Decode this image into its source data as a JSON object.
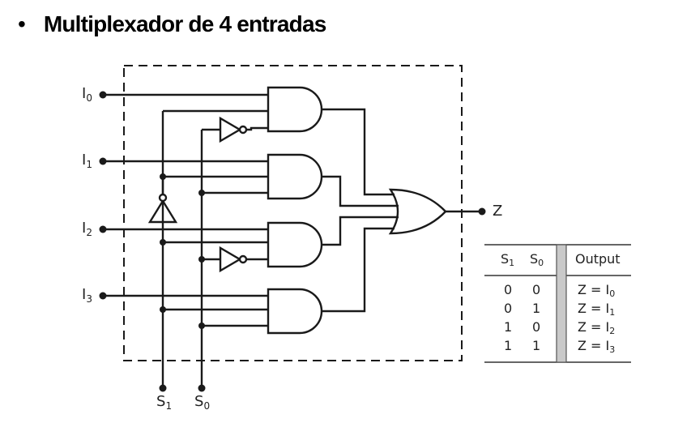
{
  "title": {
    "bullet": "•",
    "text": "Multiplexador de 4 entradas"
  },
  "inputs": [
    {
      "name": "I",
      "sub": "0"
    },
    {
      "name": "I",
      "sub": "1"
    },
    {
      "name": "I",
      "sub": "2"
    },
    {
      "name": "I",
      "sub": "3"
    }
  ],
  "selects": [
    {
      "name": "S",
      "sub": "1"
    },
    {
      "name": "S",
      "sub": "0"
    }
  ],
  "output": "Z",
  "truth_table": {
    "headers": [
      {
        "name": "S",
        "sub": "1"
      },
      {
        "name": "S",
        "sub": "0"
      },
      {
        "name": "Output",
        "sub": ""
      }
    ],
    "rows": [
      {
        "s1": "0",
        "s0": "0",
        "out": "Z = I",
        "out_sub": "0"
      },
      {
        "s1": "0",
        "s0": "1",
        "out": "Z = I",
        "out_sub": "1"
      },
      {
        "s1": "1",
        "s0": "0",
        "out": "Z = I",
        "out_sub": "2"
      },
      {
        "s1": "1",
        "s0": "1",
        "out": "Z = I",
        "out_sub": "3"
      }
    ]
  }
}
